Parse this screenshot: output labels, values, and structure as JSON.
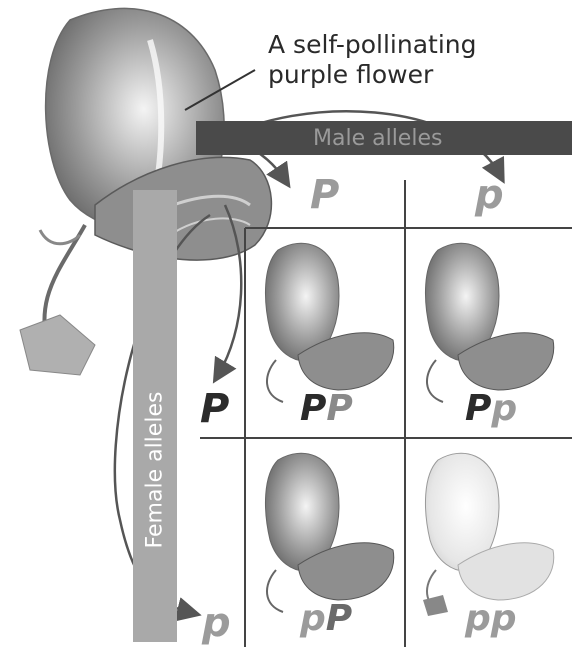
{
  "caption": {
    "line1": "A self-pollinating",
    "line2": "purple flower"
  },
  "male_label": "Male alleles",
  "female_label": "Female alleles",
  "male_alleles": [
    "P",
    "p"
  ],
  "female_alleles": [
    "P",
    "p"
  ],
  "cells": [
    {
      "allele1": "P",
      "allele2": "P",
      "flower": "purple"
    },
    {
      "allele1": "P",
      "allele2": "p",
      "flower": "purple"
    },
    {
      "allele1": "p",
      "allele2": "P",
      "flower": "purple"
    },
    {
      "allele1": "p",
      "allele2": "p",
      "flower": "white"
    }
  ],
  "colors": {
    "dominant_allele": "#2b2b2b",
    "recessive_allele": "#9b9b9b",
    "male_band": "#4a4a4a",
    "female_band": "#a9a9a9",
    "purple_flower": "#8c8c8c",
    "white_flower": "#e8e8e8"
  }
}
